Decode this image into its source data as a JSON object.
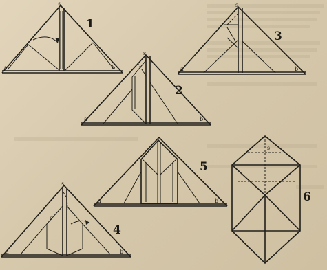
{
  "figures": [
    {
      "id": "1",
      "label": "1",
      "points": [
        "a",
        "b",
        "s"
      ]
    },
    {
      "id": "2",
      "label": "2",
      "points": [
        "a",
        "b",
        "s"
      ]
    },
    {
      "id": "3",
      "label": "3",
      "points": [
        "a",
        "b",
        "s"
      ]
    },
    {
      "id": "4",
      "label": "4",
      "points": [
        "a",
        "b",
        "s",
        "c"
      ]
    },
    {
      "id": "5",
      "label": "5",
      "points": [
        "a",
        "b"
      ]
    },
    {
      "id": "6",
      "label": "6",
      "points": [
        "s"
      ]
    }
  ],
  "colors": {
    "paper": "#d9ccb2",
    "ink": "#211f1a"
  }
}
